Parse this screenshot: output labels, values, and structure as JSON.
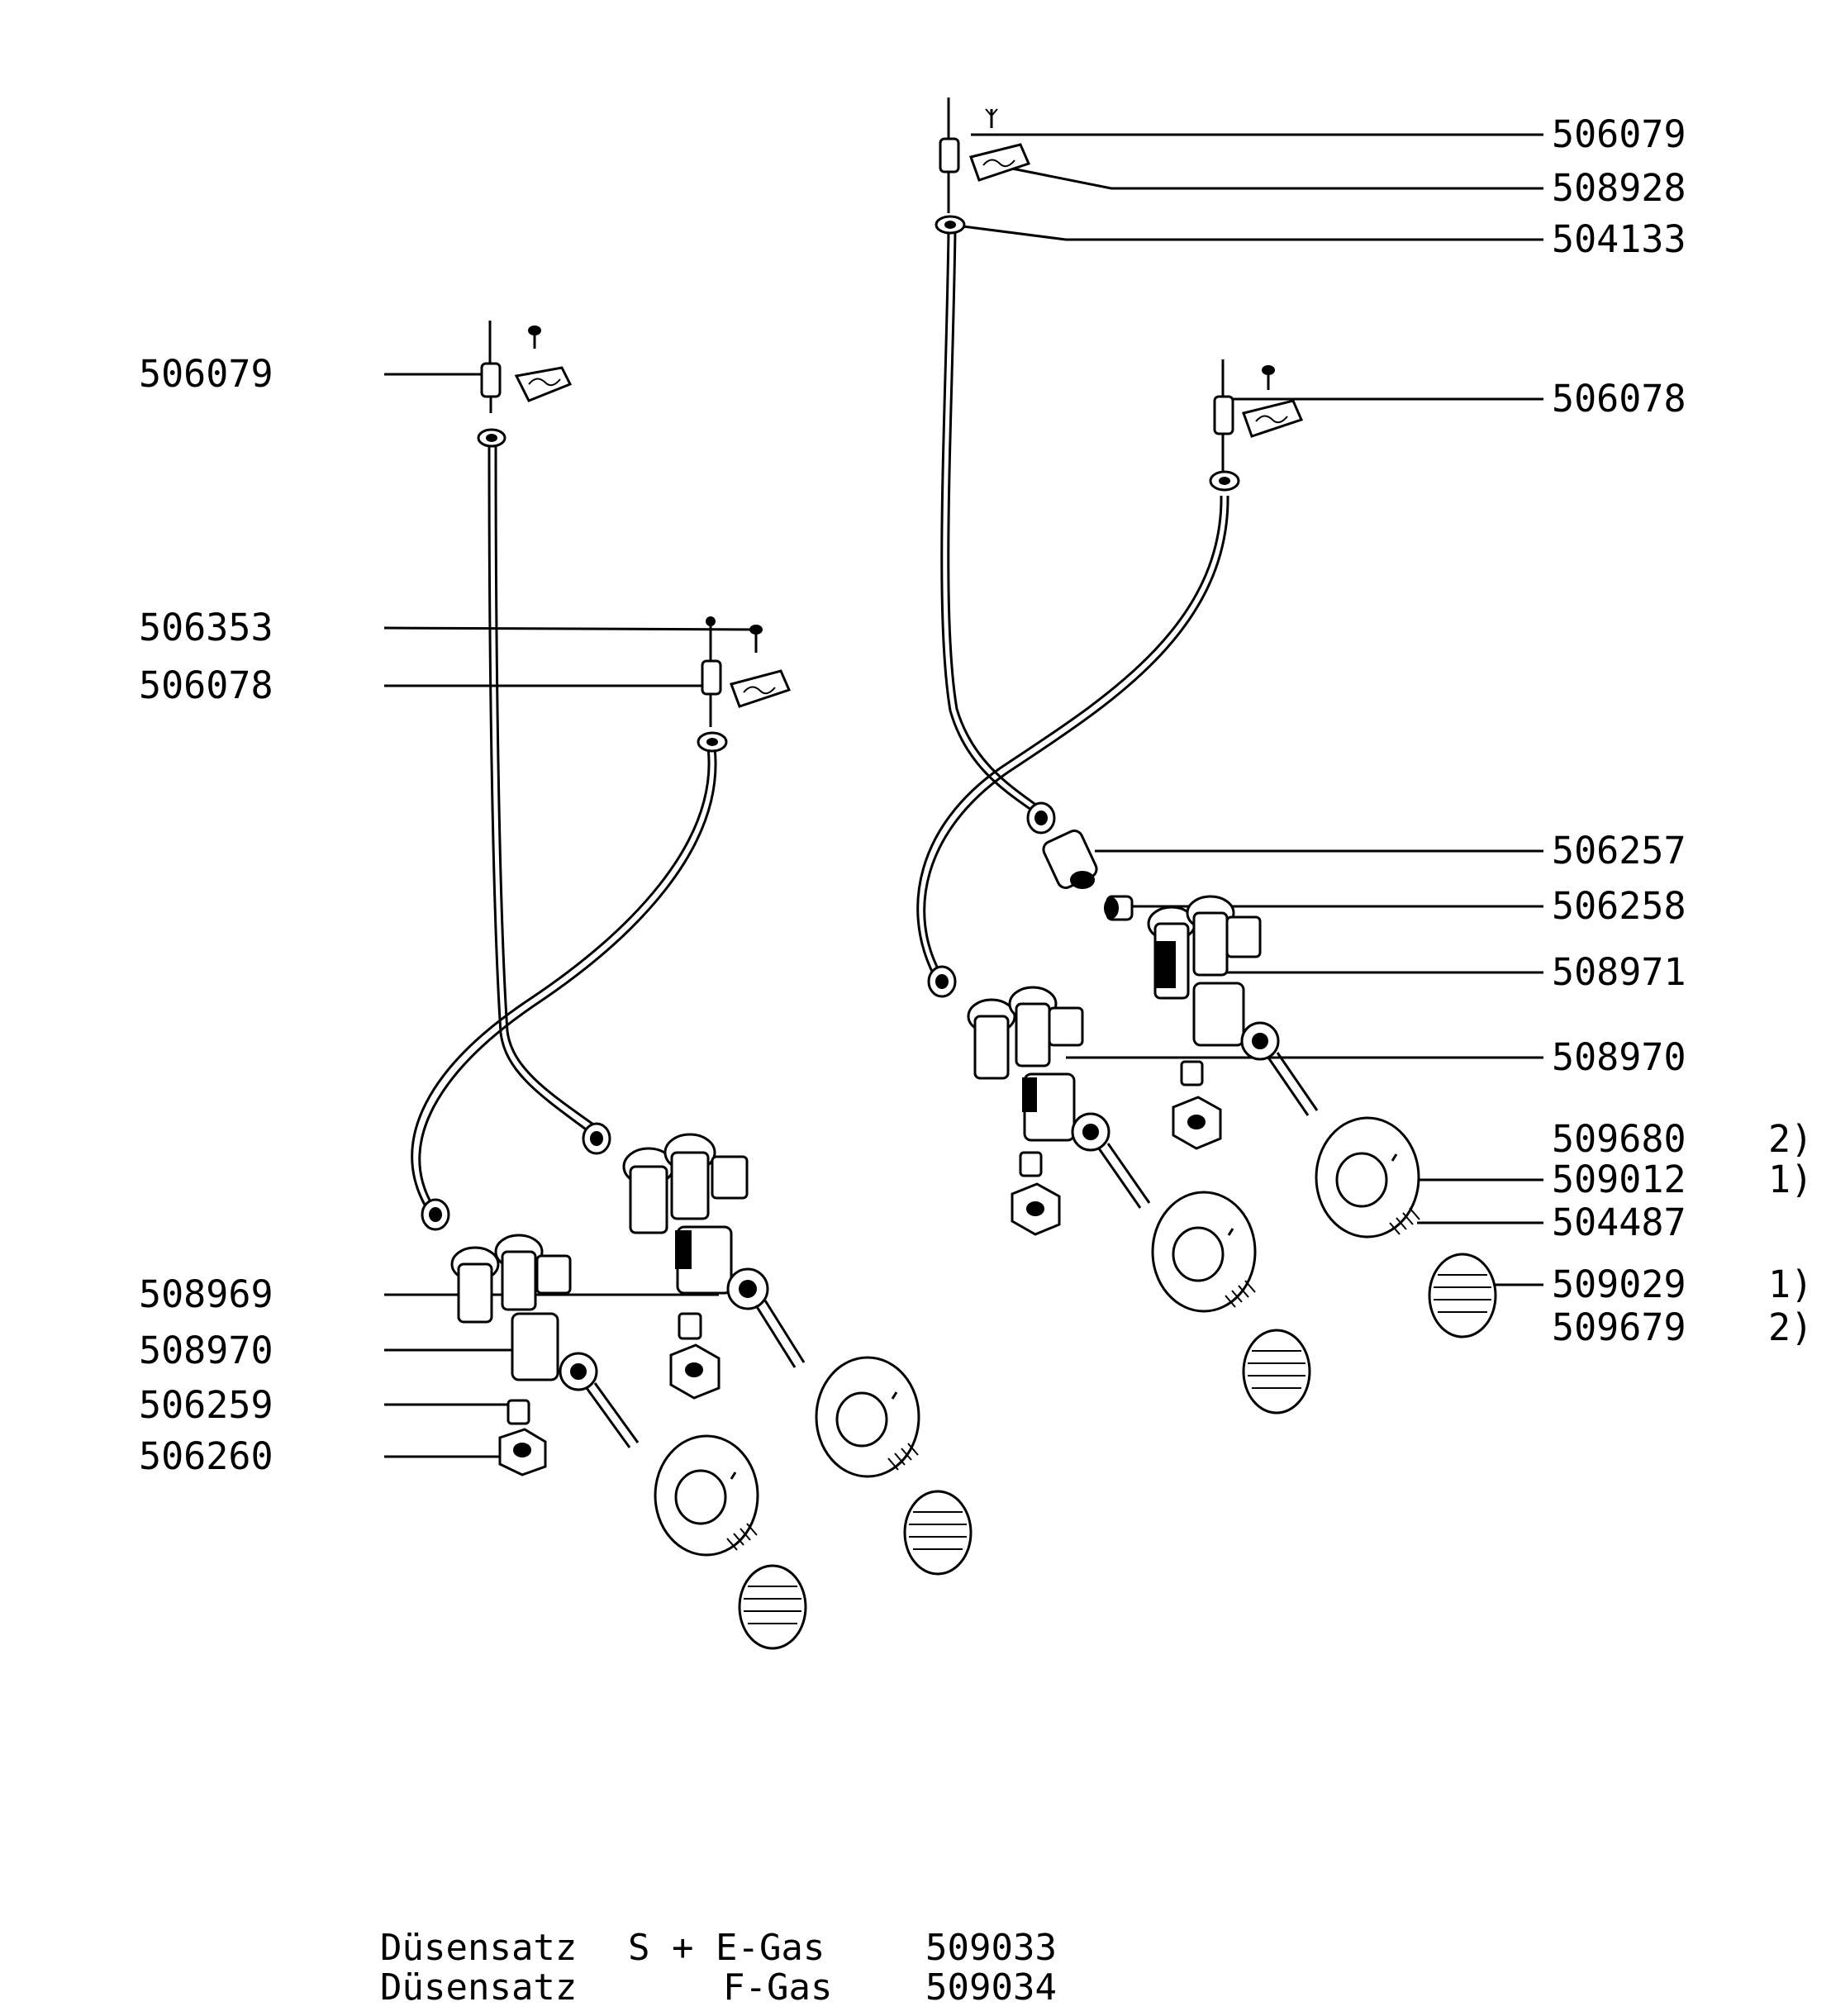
{
  "left_labels": [
    {
      "id": "l_506079",
      "text": "506079"
    },
    {
      "id": "l_506353",
      "text": "506353"
    },
    {
      "id": "l_506078",
      "text": "506078"
    },
    {
      "id": "l_508969",
      "text": "508969"
    },
    {
      "id": "l_508970",
      "text": "508970"
    },
    {
      "id": "l_506259",
      "text": "506259"
    },
    {
      "id": "l_506260",
      "text": "506260"
    }
  ],
  "right_labels": [
    {
      "id": "r_506079",
      "text": "506079",
      "note": ""
    },
    {
      "id": "r_508928",
      "text": "508928",
      "note": ""
    },
    {
      "id": "r_504133",
      "text": "504133",
      "note": ""
    },
    {
      "id": "r_506078",
      "text": "506078",
      "note": ""
    },
    {
      "id": "r_506257",
      "text": "506257",
      "note": ""
    },
    {
      "id": "r_506258",
      "text": "506258",
      "note": ""
    },
    {
      "id": "r_508971",
      "text": "508971",
      "note": ""
    },
    {
      "id": "r_508970",
      "text": "508970",
      "note": ""
    },
    {
      "id": "r_509680",
      "text": "509680",
      "note": "2)"
    },
    {
      "id": "r_509012",
      "text": "509012",
      "note": "1)"
    },
    {
      "id": "r_504487",
      "text": "504487",
      "note": ""
    },
    {
      "id": "r_509029",
      "text": "509029",
      "note": "1)"
    },
    {
      "id": "r_509679",
      "text": "509679",
      "note": "2)"
    }
  ],
  "footer": [
    {
      "name": "Düsensatz",
      "gas": "S + E-Gas",
      "number": "509033"
    },
    {
      "name": "Düsensatz",
      "gas": "F-Gas",
      "number": "509034"
    }
  ]
}
